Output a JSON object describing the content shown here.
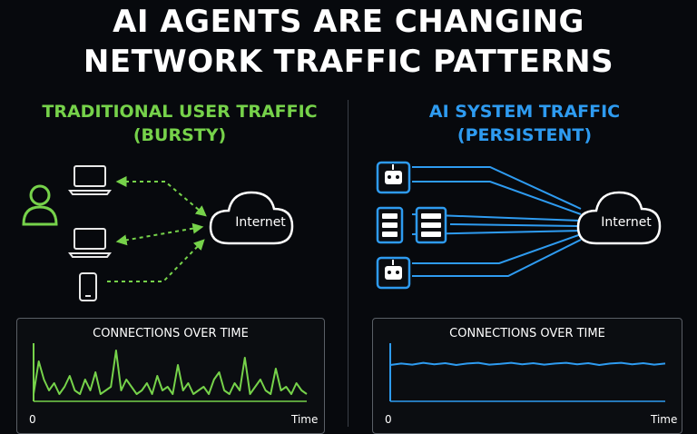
{
  "title": {
    "line1": "AI AGENTS ARE CHANGING",
    "line2": "NETWORK TRAFFIC PATTERNS"
  },
  "left": {
    "title_line1": "TRADITIONAL USER TRAFFIC",
    "title_line2": "(BURSTY)",
    "cloud_label": "Internet",
    "accent": "#76d24a",
    "icons": [
      "user-icon",
      "laptop-icon",
      "laptop-icon",
      "phone-icon"
    ]
  },
  "right": {
    "title_line1": "AI SYSTEM TRAFFIC",
    "title_line2": "(PERSISTENT)",
    "cloud_label": "Internet",
    "accent": "#2e9bf0",
    "icons": [
      "robot-icon",
      "server-icon",
      "server-icon",
      "robot-icon"
    ]
  },
  "chart_data": [
    {
      "type": "line",
      "title": "CONNECTIONS OVER TIME",
      "xlabel": "Time",
      "x_tick_labels": [
        "0",
        "Time"
      ],
      "color": "#76d24a",
      "series": [
        {
          "values": [
            2,
            11,
            6,
            3,
            5,
            2,
            4,
            7,
            3,
            2,
            6,
            3,
            8,
            2,
            3,
            4,
            14,
            3,
            6,
            4,
            2,
            3,
            5,
            2,
            7,
            3,
            4,
            2,
            10,
            3,
            5,
            2,
            3,
            4,
            2,
            6,
            8,
            3,
            2,
            5,
            3,
            12,
            2,
            4,
            6,
            3,
            2,
            9,
            3,
            4,
            2,
            5,
            3,
            2
          ]
        }
      ],
      "ylim": [
        0,
        16
      ]
    },
    {
      "type": "line",
      "title": "CONNECTIONS OVER TIME",
      "xlabel": "Time",
      "x_tick_labels": [
        "0",
        "Time"
      ],
      "color": "#2e9bf0",
      "series": [
        {
          "values": [
            10,
            10.4,
            10.1,
            10.6,
            10.2,
            10.5,
            10,
            10.4,
            10.6,
            10.1,
            10.3,
            10.6,
            10.2,
            10.5,
            10.1,
            10.4,
            10.6,
            10.2,
            10.5,
            10,
            10.4,
            10.6,
            10.2,
            10.5,
            10.1,
            10.4
          ]
        }
      ],
      "ylim": [
        0,
        16
      ]
    }
  ]
}
